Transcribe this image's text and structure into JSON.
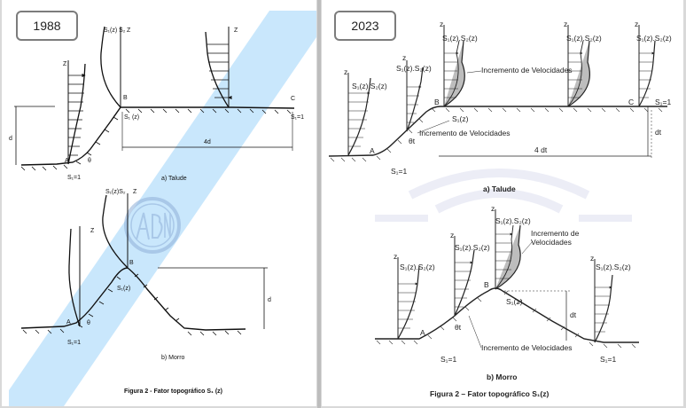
{
  "left_panel": {
    "year": "1988",
    "caption": "Figura 2 - Fator topográfico S₁ (z)",
    "talude": {
      "title": "a) Talude",
      "z": "Z",
      "s1s2_label": "S₁(z) S₂",
      "s1z_label": "S₁ (z)",
      "d_label": "d",
      "dist_label": "4d",
      "theta_label": "θ",
      "s1_eq_1": "S₁=1",
      "s1_eq_1_c": "S₁=1",
      "point_a": "A",
      "point_b": "B",
      "point_c": "C"
    },
    "morro": {
      "title": "b) Morro",
      "z": "Z",
      "s1s2_label": "S₁(z)S₂",
      "s1z_label": "S₁(z)",
      "d_label": "d",
      "theta_label": "θ",
      "s1_eq_1": "S₁=1",
      "point_a": "A",
      "point_b": "B"
    }
  },
  "right_panel": {
    "year": "2023",
    "caption": "Figura 2 – Fator topográfico S₁(z)",
    "talude": {
      "title": "a) Talude",
      "z": "z",
      "s1s2_label": "S₁(z).S₂(z)",
      "increment_label": "Incremento de Velocidades",
      "s1z_label": "S₁(z)",
      "theta_label": "θt",
      "dist_label": "4 dt",
      "d_label": "dt",
      "s1_eq_1": "S₁=1",
      "point_a": "A",
      "point_b": "B",
      "point_c": "C"
    },
    "morro": {
      "title": "b) Morro",
      "z": "z",
      "s1s2_label": "S₁(z).S₂(z)",
      "increment_label": "Incremento de Velocidades",
      "increment_label_top": "Incremento de\nVelocidades",
      "s1z_label": "S₁(z)",
      "theta_label": "θt",
      "d_label": "dt",
      "s1_eq_1": "S₁=1",
      "point_a": "A",
      "point_b": "B"
    }
  }
}
